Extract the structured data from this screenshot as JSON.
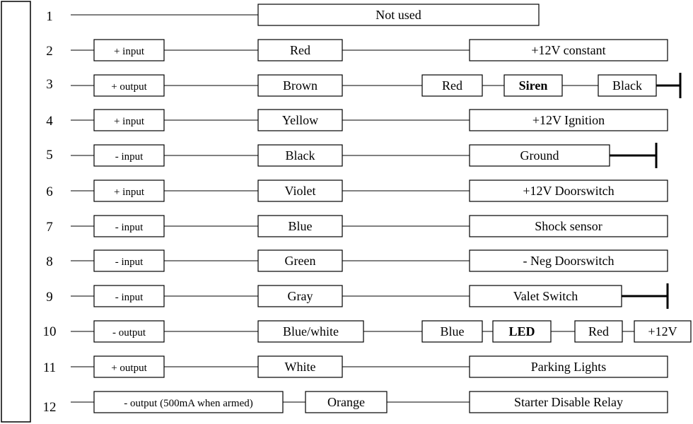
{
  "rows": [
    {
      "pin": "1",
      "segments": [
        {
          "text": "Not used"
        }
      ]
    },
    {
      "pin": "2",
      "segments": [
        {
          "text": "+ input"
        },
        {
          "text": "Red"
        },
        {
          "text": "+12V constant"
        }
      ]
    },
    {
      "pin": "3",
      "segments": [
        {
          "text": "+ output"
        },
        {
          "text": "Brown"
        },
        {
          "text": "Red"
        },
        {
          "text": "Siren",
          "bold": true
        },
        {
          "text": "Black"
        }
      ]
    },
    {
      "pin": "4",
      "segments": [
        {
          "text": "+ input"
        },
        {
          "text": "Yellow"
        },
        {
          "text": "+12V Ignition"
        }
      ]
    },
    {
      "pin": "5",
      "segments": [
        {
          "text": "- input"
        },
        {
          "text": "Black"
        },
        {
          "text": "Ground"
        }
      ]
    },
    {
      "pin": "6",
      "segments": [
        {
          "text": "+ input"
        },
        {
          "text": "Violet"
        },
        {
          "text": "+12V Doorswitch"
        }
      ]
    },
    {
      "pin": "7",
      "segments": [
        {
          "text": "- input"
        },
        {
          "text": "Blue"
        },
        {
          "text": "Shock sensor"
        }
      ]
    },
    {
      "pin": "8",
      "segments": [
        {
          "text": "- input"
        },
        {
          "text": "Green"
        },
        {
          "text": "- Neg Doorswitch"
        }
      ]
    },
    {
      "pin": "9",
      "segments": [
        {
          "text": "- input"
        },
        {
          "text": "Gray"
        },
        {
          "text": "Valet Switch"
        }
      ]
    },
    {
      "pin": "10",
      "segments": [
        {
          "text": "- output"
        },
        {
          "text": "Blue/white"
        },
        {
          "text": "Blue"
        },
        {
          "text": "LED",
          "bold": true
        },
        {
          "text": "Red"
        },
        {
          "text": "+12V"
        }
      ]
    },
    {
      "pin": "11",
      "segments": [
        {
          "text": "+ output"
        },
        {
          "text": "White"
        },
        {
          "text": "Parking Lights"
        }
      ]
    },
    {
      "pin": "12",
      "segments": [
        {
          "text": "- output (500mA  when armed)"
        },
        {
          "text": "Orange"
        },
        {
          "text": "Starter  Disable Relay"
        }
      ]
    }
  ]
}
